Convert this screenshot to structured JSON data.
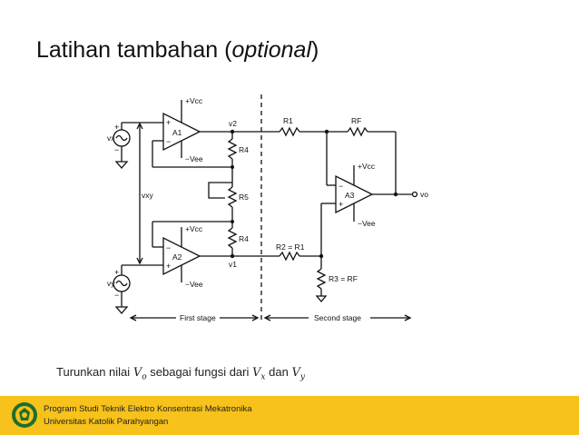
{
  "slide": {
    "title_main": "Latihan tambahan (",
    "title_italic": "optional",
    "title_close": ")"
  },
  "circuit": {
    "vcc_label": "+Vcc",
    "vee_label": "−Vee",
    "a1": "A1",
    "a2": "A2",
    "a3": "A3",
    "r1": "R1",
    "rf": "RF",
    "r4": "R4",
    "r5": "R5",
    "r2_eq": "R2 = R1",
    "r3_eq": "R3 = RF",
    "v2": "v2",
    "v1": "v1",
    "vo": "vo",
    "vx": "vx",
    "vy": "vy",
    "vxy": "vxy",
    "first_stage": "First stage",
    "second_stage": "Second stage"
  },
  "question": {
    "prefix": "Turunkan nilai",
    "vo_sym": "V",
    "vo_sub": "o",
    "middle": "sebagai fungsi dari",
    "vx_sym": "V",
    "vx_sub": "x",
    "joiner": "dan",
    "vy_sym": "V",
    "vy_sub": "y"
  },
  "footer": {
    "line1": "Program Studi  Teknik Elektro Konsentrasi Mekatronika",
    "line2": "Universitas Katolik Parahyangan",
    "colors": {
      "band": "#f6c21b",
      "logo": "#1f6e2c"
    },
    "logo_icon": "university-seal-icon"
  }
}
